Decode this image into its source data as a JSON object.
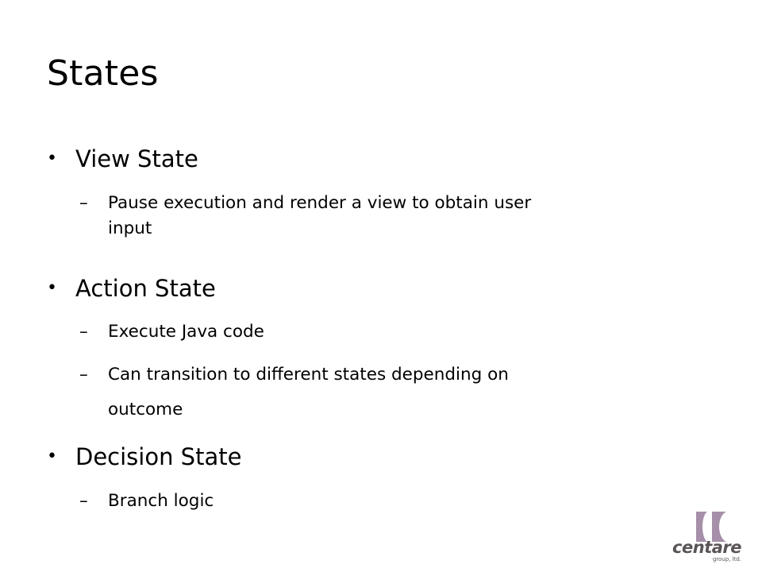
{
  "slide": {
    "title": "States",
    "bullet_marker": "•",
    "dash_marker": "–",
    "items": [
      {
        "label": "View State",
        "subitems": [
          {
            "lines": [
              "Pause execution and render a view to obtain user",
              "input"
            ]
          }
        ]
      },
      {
        "label": "Action State",
        "subitems": [
          {
            "lines": [
              "Execute Java code"
            ]
          },
          {
            "lines": [
              "Can transition to different states depending on",
              "outcome"
            ]
          }
        ]
      },
      {
        "label": "Decision State",
        "subitems": [
          {
            "lines": [
              "Branch logic"
            ]
          }
        ]
      }
    ]
  },
  "logo": {
    "name": "centare",
    "tagline": "group, ltd.",
    "mark_color": "#a68fa8",
    "text_color": "#5a5457"
  }
}
